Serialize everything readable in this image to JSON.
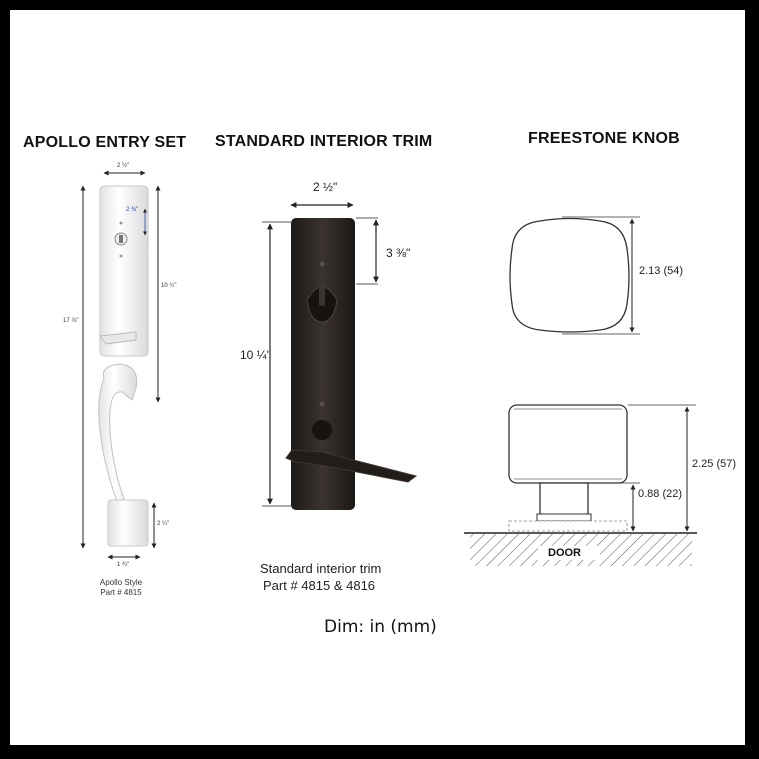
{
  "titles": {
    "apollo": "APOLLO ENTRY SET",
    "standard": "STANDARD INTERIOR TRIM",
    "freestone": "FREESTONE KNOB"
  },
  "apollo_dims": {
    "width_top": "2 ½\"",
    "backset": "2 ⅜\"",
    "height_upper": "10 ¼\"",
    "total": "17 ⅞\"",
    "bottom_h": "2 ¼\"",
    "bottom_w": "1 ¾\""
  },
  "apollo_caption": {
    "line1": "Apollo Style",
    "line2": "Part # 4815"
  },
  "standard_dims": {
    "width": "2 ½\"",
    "top": "3 ⅜\"",
    "height": "10 ¼\""
  },
  "standard_caption": {
    "line1": "Standard interior trim",
    "line2": "Part # 4815 & 4816"
  },
  "knob_dims": {
    "face": "2.13 (54)",
    "total": "2.25 (57)",
    "stem": "0.88 (22)",
    "door_label": "DOOR"
  },
  "units_note": "Dim: in (mm)",
  "colors": {
    "bronze": "#2b2623",
    "white_finish": "#f4f4f4",
    "border": "#000000"
  }
}
